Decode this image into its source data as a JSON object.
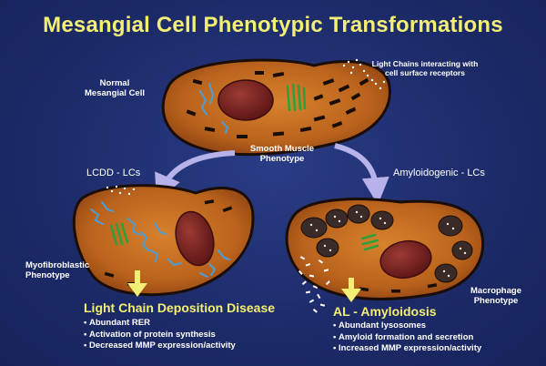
{
  "title": "Mesangial Cell Phenotypic Transformations",
  "labels": {
    "normal_line1": "Normal",
    "normal_line2": "Mesangial Cell",
    "light_chains_line1": "Light Chains interacting with",
    "light_chains_line2": "cell surface receptors",
    "smooth_line1": "Smooth Muscle",
    "smooth_line2": "Phenotype",
    "lcdd_lcs": "LCDD - LCs",
    "amyloidogenic_lcs": "Amyloidogenic - LCs",
    "myofibroblastic_line1": "Myofibroblastic",
    "myofibroblastic_line2": "Phenotype",
    "macrophage_line1": "Macrophage",
    "macrophage_line2": "Phenotype"
  },
  "lcdd": {
    "heading": "Light Chain Deposition Disease",
    "bullets": [
      "Abundant RER",
      "Activation of protein synthesis",
      "Decreased MMP expression/activity"
    ]
  },
  "amyloidosis": {
    "heading": "AL - Amyloidosis",
    "bullets": [
      "Abundant lysosomes",
      "Amyloid formation and secretion",
      "Increased MMP expression/activity"
    ]
  },
  "colors": {
    "background": "#1f2e6e",
    "title": "#f3ef74",
    "cell_body": "#c0681f",
    "cell_outline": "#1a0d05",
    "nucleus": "#7a1f1f",
    "arrow": "#b7b3ea",
    "down_arrow": "#f3ef74",
    "rer": "#4a9ed8",
    "golgi": "#2fa039",
    "lysosome": "#3a2a28"
  }
}
